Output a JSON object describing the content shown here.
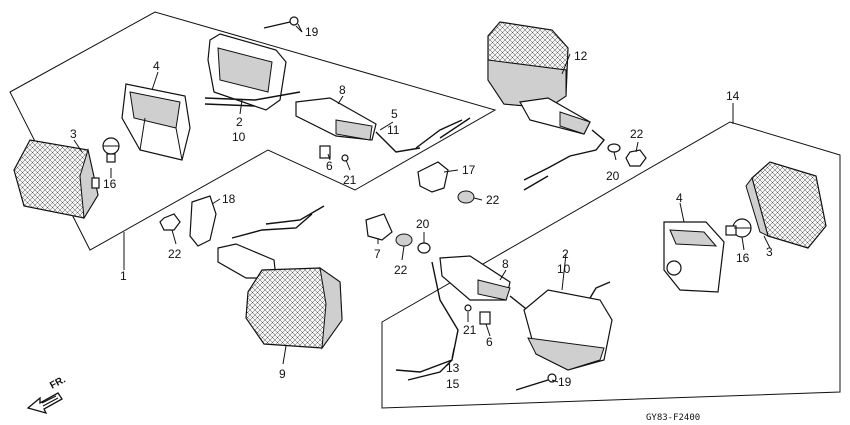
{
  "diagram_code": "GY83-F2400",
  "direction_label": "FR.",
  "callouts": {
    "c1": "1",
    "c2a": "2",
    "c10a": "10",
    "c3a": "3",
    "c4a": "4",
    "c5": "5",
    "c11": "11",
    "c6a": "6",
    "c8a": "8",
    "c16a": "16",
    "c19a": "19",
    "c21a": "21",
    "c12": "12",
    "c14": "14",
    "c17": "17",
    "c18": "18",
    "c20a": "20",
    "c22a": "22",
    "c22b": "22",
    "c22c": "22",
    "c9": "9",
    "c7": "7",
    "c22d": "22",
    "c20b": "20",
    "c2b": "2",
    "c10b": "10",
    "c8b": "8",
    "c21b": "21",
    "c6b": "6",
    "c13": "13",
    "c15": "15",
    "c19b": "19",
    "c4b": "4",
    "c16b": "16",
    "c3b": "3"
  }
}
